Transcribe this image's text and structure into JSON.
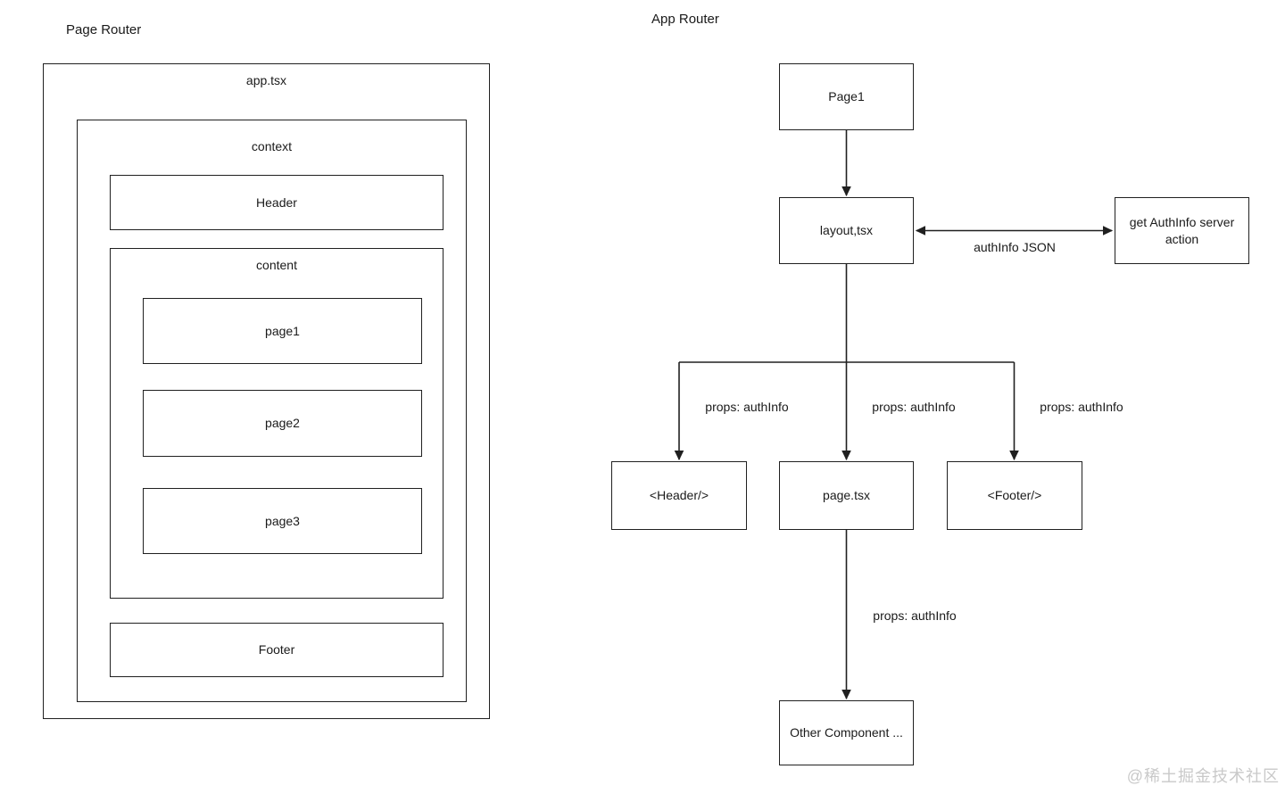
{
  "watermark": "@稀土掘金技术社区",
  "page_router": {
    "title": "Page Router",
    "app_label": "app.tsx",
    "context_label": "context",
    "header_label": "Header",
    "content_label": "content",
    "pages": [
      "page1",
      "page2",
      "page3"
    ],
    "footer_label": "Footer"
  },
  "app_router": {
    "title": "App Router",
    "nodes": {
      "page1": "Page1",
      "layout": "layout,tsx",
      "auth_action": "get AuthInfo server action",
      "header_component": "<Header/>",
      "page_tsx": "page.tsx",
      "footer_component": "<Footer/>",
      "other_component": "Other Component ..."
    },
    "edge_labels": {
      "auth_json": "authInfo JSON",
      "props_header": "props: authInfo",
      "props_page": "props: authInfo",
      "props_footer": "props: authInfo",
      "props_other": "props: authInfo"
    }
  }
}
